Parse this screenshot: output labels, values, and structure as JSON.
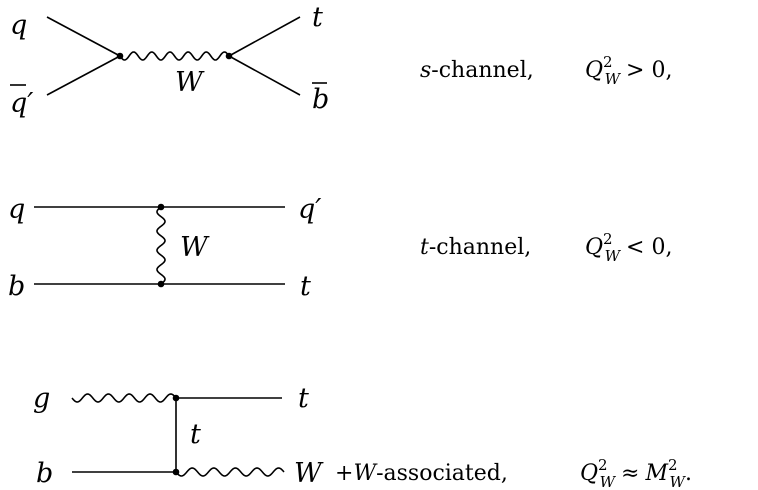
{
  "diagrams": [
    {
      "id": "s",
      "particles": {
        "in_top": "q",
        "in_bottom_base": "q",
        "in_bottom_prime": "′",
        "out_top": "t",
        "out_bottom": "b",
        "boson": "W"
      },
      "caption": {
        "var": "s",
        "text": "-channel,",
        "q_base": "Q",
        "q_sup": "2",
        "q_sub": "W",
        "relation": "> 0,",
        "mass": ""
      }
    },
    {
      "id": "t",
      "particles": {
        "in_top": "q",
        "in_bottom": "b",
        "out_top_base": "q",
        "out_top_prime": "′",
        "out_bottom": "t",
        "boson": "W"
      },
      "caption": {
        "var": "t",
        "text": "-channel,",
        "q_base": "Q",
        "q_sup": "2",
        "q_sub": "W",
        "relation": "< 0,",
        "mass": ""
      }
    },
    {
      "id": "tw",
      "particles": {
        "in_top": "g",
        "in_bottom": "b",
        "out_top": "t",
        "out_bottom": "W",
        "propagator": "t"
      },
      "caption": {
        "prefix": "+",
        "var": "W",
        "text": "-associated,",
        "q_base": "Q",
        "q_sup": "2",
        "q_sub": "W",
        "relation": "≈",
        "m_base": "M",
        "m_sup": "2",
        "m_sub": "W",
        "end": "."
      }
    }
  ]
}
